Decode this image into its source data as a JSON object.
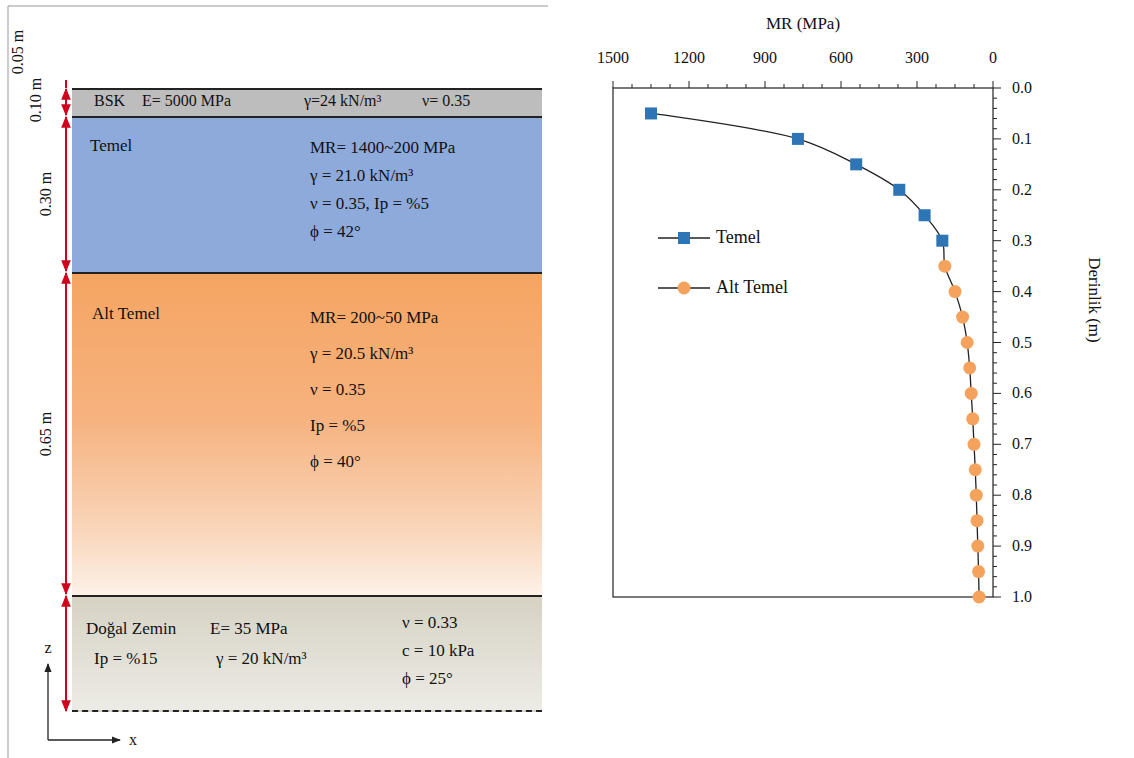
{
  "diagram": {
    "nodes": [
      {
        "text": [
          "BSK",
          "E= 5000 MPa",
          "γ=24 kN/m³",
          "ν= 0.35"
        ]
      },
      {
        "text": [
          "Temel",
          "MR= 1400~200 MPa",
          "γ = 21.0 kN/m³",
          "ν = 0.35,  Ip = %5",
          "ϕ = 42°"
        ]
      },
      {
        "text": [
          "Alt Temel",
          "MR= 200~50 MPa",
          "γ = 20.5 kN/m³",
          "ν = 0.35",
          "Ip = %5",
          "ϕ = 40°"
        ]
      },
      {
        "text": [
          "Doğal Zemin",
          "E= 35 MPa",
          "ν = 0.33",
          "Ip = %15",
          "γ = 20 kN/m³",
          "c = 10 kPa",
          "ϕ = 25°"
        ]
      }
    ],
    "labels": [
      "0.05 m",
      "0.10 m",
      "0.30 m",
      "0.65 m",
      "z",
      "x",
      "MR (MPa)",
      "1500",
      "1200",
      "900",
      "600",
      "300",
      "0",
      "0.0",
      "0.1",
      "0.2",
      "0.3",
      "0.4",
      "0.5",
      "0.6",
      "0.7",
      "0.8",
      "0.9",
      "1.0",
      "Derinlik (m)"
    ],
    "legend": [
      {
        "text": "Temel"
      },
      {
        "text": "Alt Temel"
      }
    ]
  }
}
